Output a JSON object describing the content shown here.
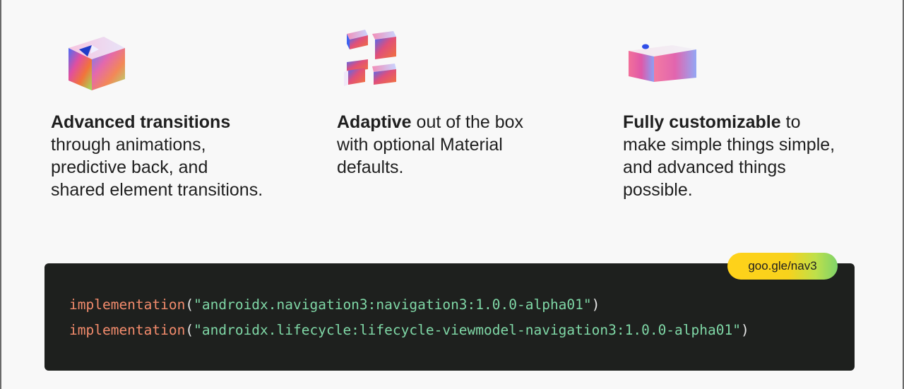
{
  "features": [
    {
      "icon": "3d-arrow-box-icon",
      "title": "Advanced transitions",
      "body_lines": [
        "through animations,",
        "predictive back, and",
        "shared element transitions."
      ]
    },
    {
      "icon": "3d-adaptive-blocks-icon",
      "title": "Adaptive",
      "title_tail": " out of the box",
      "body_lines": [
        "with optional Material",
        "defaults."
      ]
    },
    {
      "icon": "3d-slab-icon",
      "title": "Fully customizable",
      "title_tail": " to",
      "body_lines": [
        "make simple things simple,",
        "and advanced things",
        "possible."
      ]
    }
  ],
  "code": {
    "lines": [
      {
        "fn": "implementation",
        "open": "(",
        "string": "\"androidx.navigation3:navigation3:1.0.0-alpha01\"",
        "close": ")"
      },
      {
        "fn": "implementation",
        "open": "(",
        "string": "\"androidx.lifecycle:lifecycle-viewmodel-navigation3:1.0.0-alpha01\"",
        "close": ")"
      }
    ]
  },
  "link_badge": {
    "label": "goo.gle/nav3"
  },
  "colors": {
    "background": "#f8f8f8",
    "code_background": "#1e201e",
    "code_function": "#f28b6c",
    "code_string": "#7fd7a6",
    "badge_yellow": "#ffd21a",
    "badge_green": "#7ed36a"
  }
}
